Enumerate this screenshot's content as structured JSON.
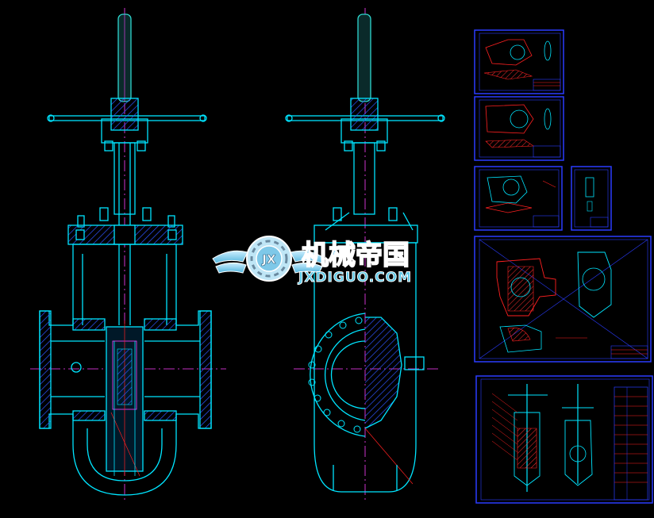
{
  "watermark": {
    "logo_letters": "JX",
    "brand_cn": "机械帝国",
    "brand_en": "JXDIGUO.COM"
  },
  "colors": {
    "background": "#000000",
    "outline": "#00e5ff",
    "hatch": "#2f55ff",
    "centerline": "#ff40ff",
    "annotation": "#ff2020",
    "frame": "#2a3cff",
    "stem": "#2fd8d0",
    "watermark_fill": "#5cc8e6",
    "watermark_stroke": "#ffffff"
  },
  "icons": {
    "logo": "gear-wings-logo-icon"
  }
}
